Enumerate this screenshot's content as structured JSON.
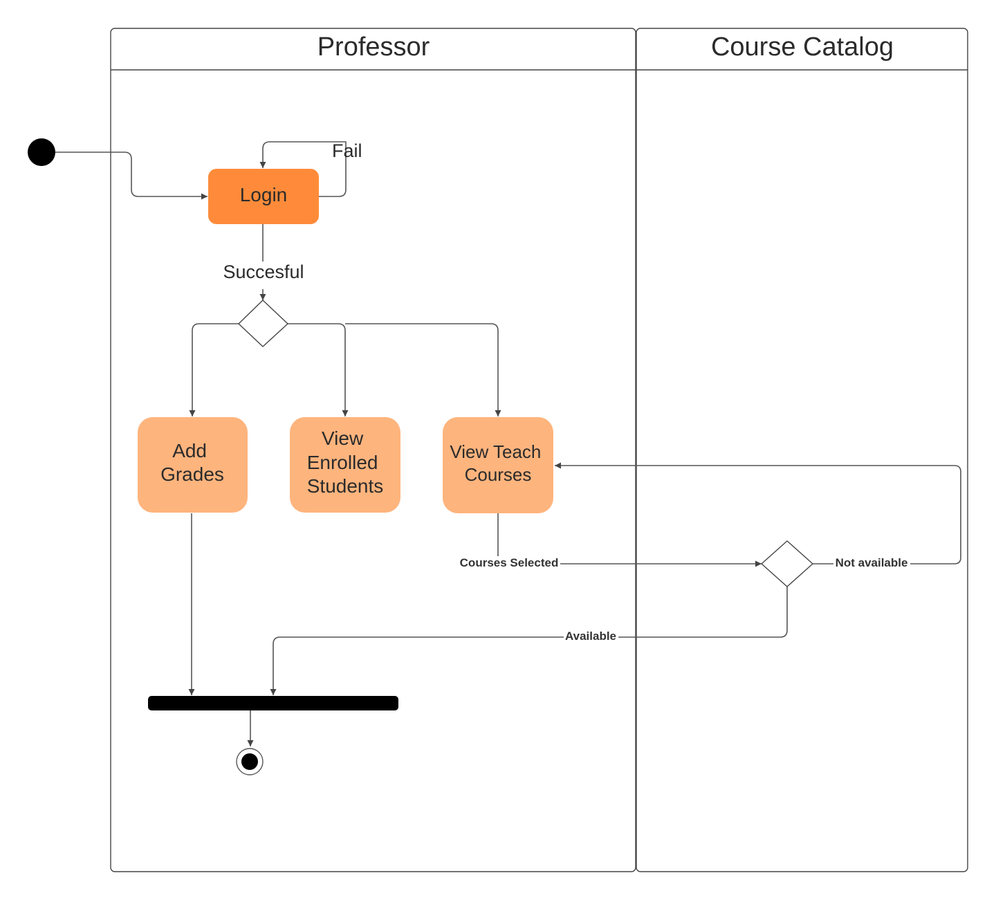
{
  "colors": {
    "primary_action": "#ff8b3a",
    "secondary_action": "#feb47d",
    "line": "#555555",
    "text": "#2b2b2b",
    "node_black": "#000000"
  },
  "swimlanes": [
    {
      "title": "Professor"
    },
    {
      "title": "Course Catalog"
    }
  ],
  "nodes": {
    "login": {
      "label": "Login"
    },
    "add_grades": {
      "lines": [
        "Add",
        "Grades"
      ]
    },
    "view_enrolled": {
      "lines": [
        "View",
        "Enrolled",
        "Students"
      ]
    },
    "view_teach": {
      "lines": [
        "View Teach",
        "Courses"
      ]
    }
  },
  "guards": {
    "fail": "Fail",
    "successful": "Succesful",
    "courses_selected": "Courses Selected",
    "not_available": "Not available",
    "available": "Available"
  }
}
